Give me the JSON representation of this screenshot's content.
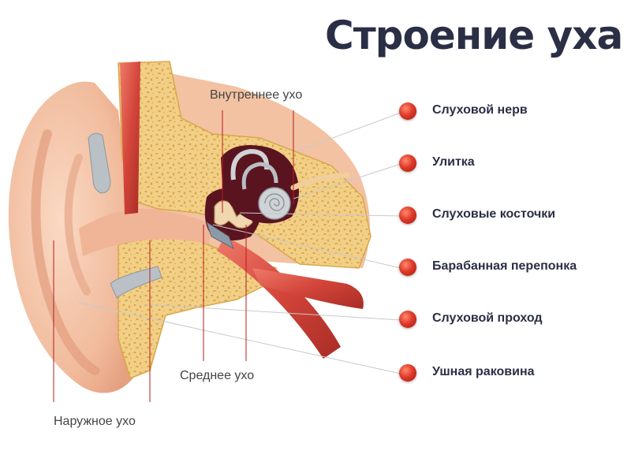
{
  "title": "Строение уха",
  "region_labels": {
    "inner_ear": "Внутреннее ухо",
    "middle_ear": "Среднее ухо",
    "outer_ear": "Наружное ухо"
  },
  "legend": [
    {
      "label": "Слуховой нерв"
    },
    {
      "label": "Улитка"
    },
    {
      "label": "Слуховые косточки"
    },
    {
      "label": "Барабанная перепонка"
    },
    {
      "label": "Слуховой проход"
    },
    {
      "label": "Ушная раковина"
    }
  ],
  "colors": {
    "title": "#2b2f45",
    "skin": "#f4c4a8",
    "skin_shade": "#e8a585",
    "bone": "#f2cf86",
    "bone_dark": "#d9a74a",
    "muscle": "#d94c3f",
    "cavity": "#5a1420",
    "leader_line": "#c9c9c9",
    "indicator": "#b71c1c",
    "legend_dot": "#e03a2a"
  }
}
